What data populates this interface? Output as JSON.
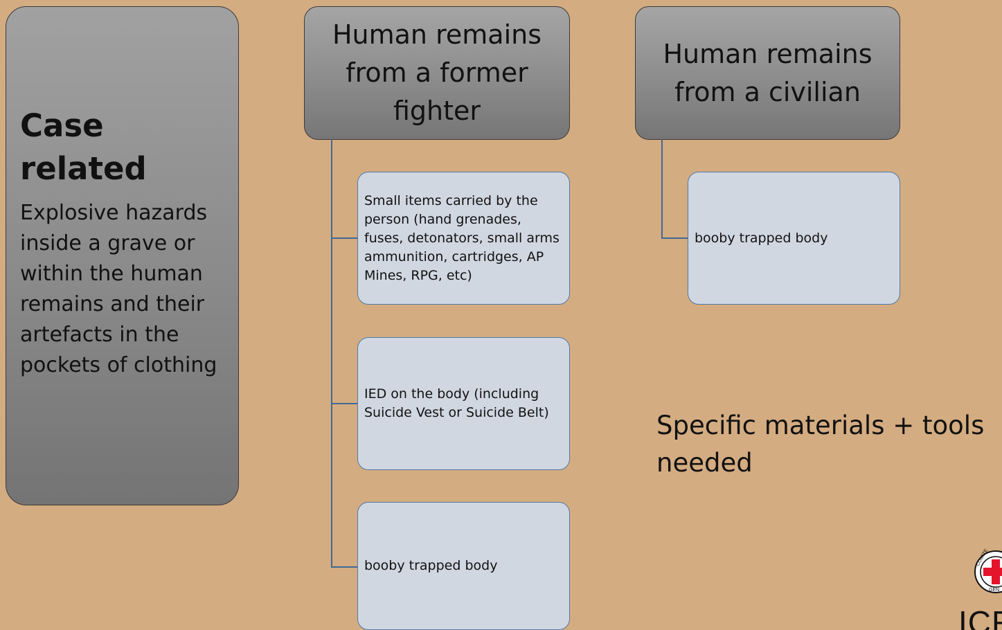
{
  "left_panel": {
    "title": "Case related",
    "body": "Explosive hazards inside a grave or within the human remains and their artefacts in the pockets of clothing"
  },
  "columns": [
    {
      "header_lines": [
        "Human remains",
        "from a former",
        "fighter"
      ],
      "items": [
        "Small items carried by the person (hand grenades, fuses, detonators, small arms ammunition, cartridges, AP Mines, RPG, etc)",
        "IED on the body (including Suicide Vest or Suicide Belt)",
        "booby trapped body"
      ]
    },
    {
      "header_lines": [
        "Human remains",
        "from a civilian"
      ],
      "items": [
        "booby trapped body"
      ]
    }
  ],
  "materials_note": "Specific materials + tools needed",
  "logo": {
    "name": "ICRC emblem",
    "text": "ICR",
    "seal_text": "COMITE INTERNATIONAL GENEVE",
    "cross_color": "#e4142b"
  }
}
